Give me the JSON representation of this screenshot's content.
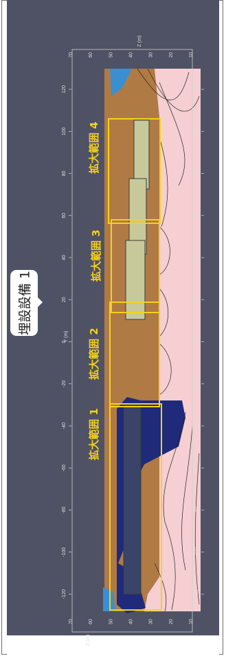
{
  "callout": {
    "text": "埋設設備 1"
  },
  "zones": [
    {
      "label": "拡大範囲 1"
    },
    {
      "label": "拡大範囲 2"
    },
    {
      "label": "拡大範囲 3"
    },
    {
      "label": "拡大範囲 4"
    }
  ],
  "axes": {
    "y_label": "Y (m)",
    "y_ticks": [
      "-120",
      "-100",
      "-80",
      "-60",
      "-40",
      "-20",
      "0",
      "20",
      "40",
      "60",
      "80",
      "100",
      "120"
    ],
    "z_label": "Z (m)",
    "z_ticks": [
      "70",
      "60",
      "50",
      "40",
      "30",
      "20",
      "10"
    ]
  },
  "colors": {
    "background": "#4f5264",
    "soil_pink": "#f6cfd3",
    "sediment_brown": "#b07a45",
    "structure_green": "#c7c99a",
    "deposit_navy": "#1f2a7a",
    "water_blue": "#3a8fd0",
    "highlight_yellow": "#f5d21a"
  }
}
